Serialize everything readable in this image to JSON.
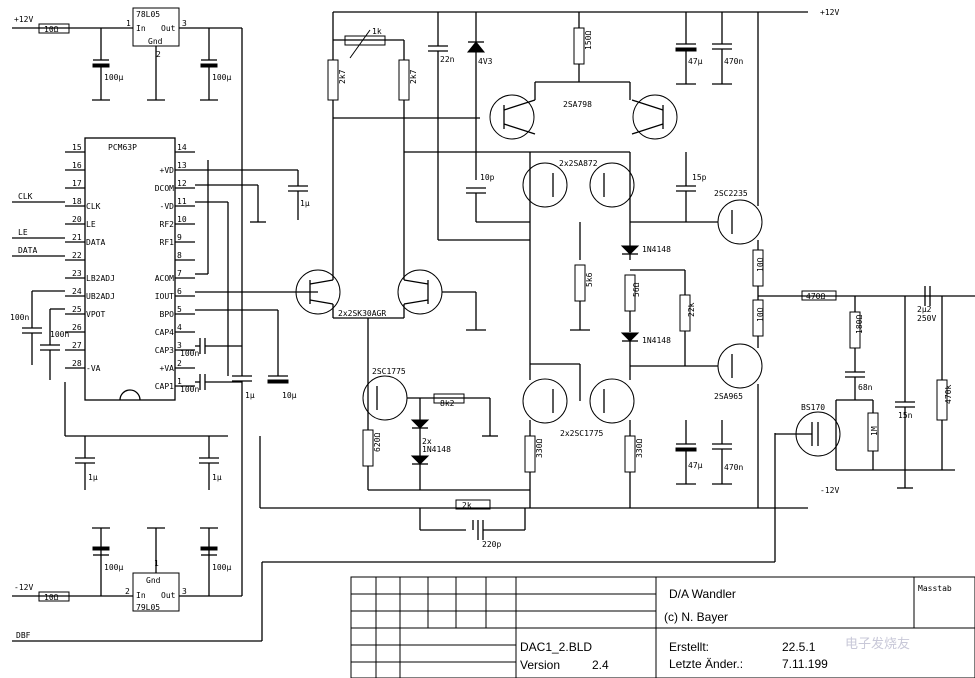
{
  "labels": {
    "p12v_left": "+12V",
    "m12v_left": "-12V",
    "r10_top": "10Ω",
    "r10_bot": "10Ω",
    "reg_top": "78L05",
    "reg_bot": "79L05",
    "reg_in": "In",
    "reg_out": "Out",
    "reg_gnd": "Gnd",
    "pin1": "1",
    "pin2": "2",
    "pin3": "3",
    "c100u": "100μ",
    "c1u": "1μ",
    "c10u": "10μ",
    "c100n": "100n",
    "c47u": "47μ",
    "c470n": "470n",
    "c22n": "22n",
    "z4v3": "4V3",
    "pot1k": "1k",
    "r2k7": "2k7",
    "r150": "150Ω",
    "q_2sa798": "2SA798",
    "q_2sa872": "2x2SA872",
    "c10p": "10p",
    "c15p": "15p",
    "q_2sc2235": "2SC2235",
    "q_2sk30": "2x2SK30AGR",
    "q_2sc1775a": "2SC1775",
    "q_2sc1775b": "2x2SC1775",
    "q_2sa965": "2SA965",
    "q_bs170": "BS170",
    "r8k2": "8k2",
    "r620": "620Ω",
    "d2x": "2x",
    "d1n4148": "1N4148",
    "r330": "330Ω",
    "r5k6": "5k6",
    "r56": "56Ω",
    "p22k": "22k",
    "r470": "470Ω",
    "r180": "180Ω",
    "c68n": "68n",
    "c15n": "15n",
    "r1m": "1M",
    "r470k": "470k",
    "c2u2": "2μ2",
    "c250v": "250V",
    "p2k": "2k",
    "c220p": "220p",
    "p12v_right": "+12V",
    "m12v_right": "-12V",
    "clk": "CLK",
    "le": "LE",
    "data": "DATA",
    "dbf": "DBF",
    "chip": "PCM63P"
  },
  "chip_left": [
    {
      "num": "15",
      "name": ""
    },
    {
      "num": "16",
      "name": ""
    },
    {
      "num": "17",
      "name": ""
    },
    {
      "num": "18",
      "name": "CLK"
    },
    {
      "num": "20",
      "name": "LE"
    },
    {
      "num": "21",
      "name": "DATA"
    },
    {
      "num": "22",
      "name": ""
    },
    {
      "num": "23",
      "name": "LB2ADJ"
    },
    {
      "num": "24",
      "name": "UB2ADJ"
    },
    {
      "num": "25",
      "name": "VPOT"
    },
    {
      "num": "26",
      "name": ""
    },
    {
      "num": "27",
      "name": ""
    },
    {
      "num": "28",
      "name": "-VA"
    }
  ],
  "chip_right": [
    {
      "num": "14",
      "name": ""
    },
    {
      "num": "13",
      "name": "+VD"
    },
    {
      "num": "12",
      "name": "DCOM"
    },
    {
      "num": "11",
      "name": "-VD"
    },
    {
      "num": "10",
      "name": "RF2"
    },
    {
      "num": "9",
      "name": "RF1"
    },
    {
      "num": "8",
      "name": ""
    },
    {
      "num": "7",
      "name": "ACOM"
    },
    {
      "num": "6",
      "name": "IOUT"
    },
    {
      "num": "5",
      "name": "BPO"
    },
    {
      "num": "4",
      "name": "CAP4"
    },
    {
      "num": "3",
      "name": "CAP3"
    },
    {
      "num": "2",
      "name": "+VA"
    },
    {
      "num": "1",
      "name": "CAP1"
    }
  ],
  "title_block": {
    "title": "D/A Wandler",
    "author": "(c) N. Bayer",
    "scale_label": "Masstab",
    "file": "DAC1_2.BLD",
    "version_label": "Version",
    "version": "2.4",
    "created_label": "Erstellt:",
    "created": "22.5.1",
    "changed_label": "Letzte Änder.:",
    "changed": "7.11.199"
  },
  "watermark": "电子发烧友"
}
